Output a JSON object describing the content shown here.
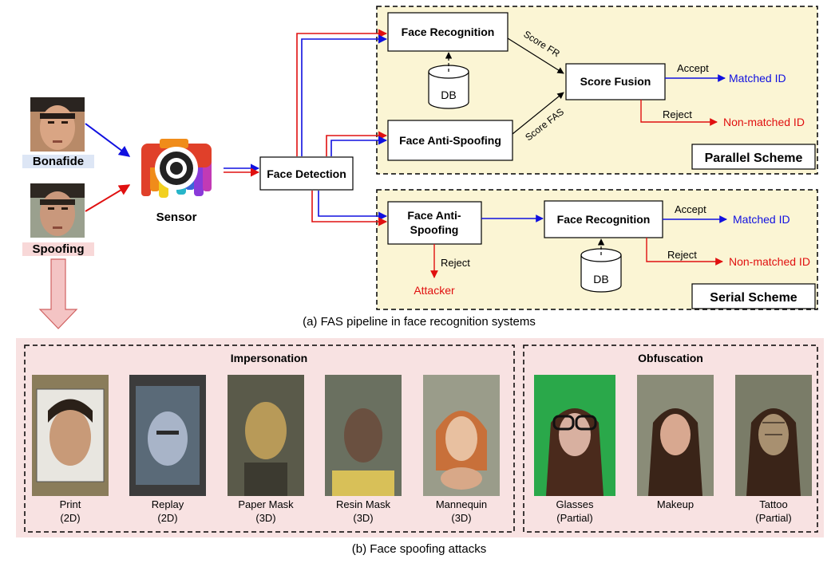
{
  "inputs": {
    "bonafide_label": "Bonafide",
    "spoofing_label": "Spoofing",
    "sensor_label": "Sensor"
  },
  "pipeline": {
    "face_detection": "Face Detection",
    "parallel": {
      "face_recognition": "Face Recognition",
      "face_anti_spoofing": "Face Anti-Spoofing",
      "score_fusion": "Score Fusion",
      "db": "DB",
      "score_fr": "Score FR",
      "score_fas": "Score FAS",
      "accept": "Accept",
      "reject": "Reject",
      "matched": "Matched ID",
      "non_matched": "Non-matched ID",
      "scheme_label": "Parallel Scheme"
    },
    "serial": {
      "fas_line1": "Face Anti-",
      "fas_line2": "Spoofing",
      "face_recognition": "Face Recognition",
      "db": "DB",
      "accept": "Accept",
      "reject_top": "Reject",
      "reject_bottom": "Reject",
      "attacker": "Attacker",
      "matched": "Matched ID",
      "non_matched": "Non-matched ID",
      "scheme_label": "Serial Scheme"
    },
    "caption": "(a) FAS pipeline in face recognition systems"
  },
  "attacks": {
    "impersonation_title": "Impersonation",
    "obfuscation_title": "Obfuscation",
    "impersonation": [
      {
        "line1": "Print",
        "line2": "(2D)"
      },
      {
        "line1": "Replay",
        "line2": "(2D)"
      },
      {
        "line1": "Paper Mask",
        "line2": "(3D)"
      },
      {
        "line1": "Resin Mask",
        "line2": "(3D)"
      },
      {
        "line1": "Mannequin",
        "line2": "(3D)"
      }
    ],
    "obfuscation": [
      {
        "line1": "Glasses",
        "line2": "(Partial)"
      },
      {
        "line1": "Makeup",
        "line2": ""
      },
      {
        "line1": "Tattoo",
        "line2": "(Partial)"
      }
    ],
    "caption": "(b) Face spoofing attacks"
  },
  "colors": {
    "bonafide_arrow": "#1010e0",
    "spoof_arrow": "#e01010",
    "scheme_bg": "#fbf5d4",
    "attacks_bg": "#f8e2e2"
  }
}
